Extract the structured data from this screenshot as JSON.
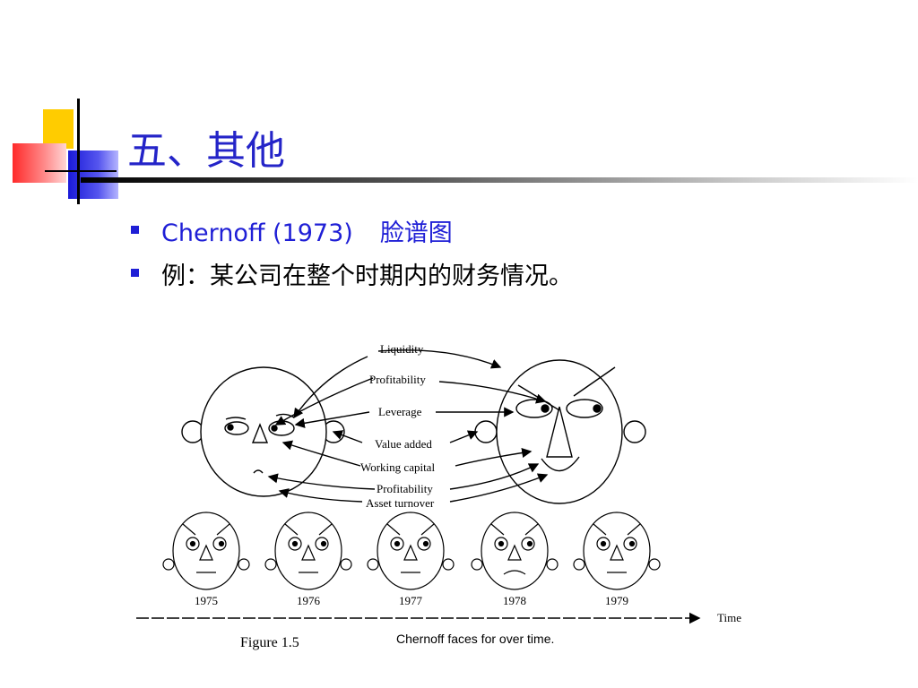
{
  "page": {
    "title": "五、其他",
    "bullets": [
      {
        "label": "Chernoff (1973)",
        "label_zh": "脸谱图"
      },
      {
        "label": "例：某公司在整个时期内的财务情况。"
      }
    ]
  },
  "figure": {
    "feature_labels": [
      "Liquidity",
      "Profitability",
      "Leverage",
      "Value added",
      "Working capital",
      "Profitability",
      "Asset turnover"
    ],
    "years": [
      "1975",
      "1976",
      "1977",
      "1978",
      "1979"
    ],
    "axis_label": "Time",
    "figure_number": "Figure 1.5",
    "caption": "Chernoff faces for over time."
  },
  "colors": {
    "title": "#2424c8",
    "bullet": "#1f1fd6",
    "accent_yellow": "#ffcc00",
    "accent_red": "#ff2a2a",
    "accent_blue": "#1a1ad8"
  }
}
